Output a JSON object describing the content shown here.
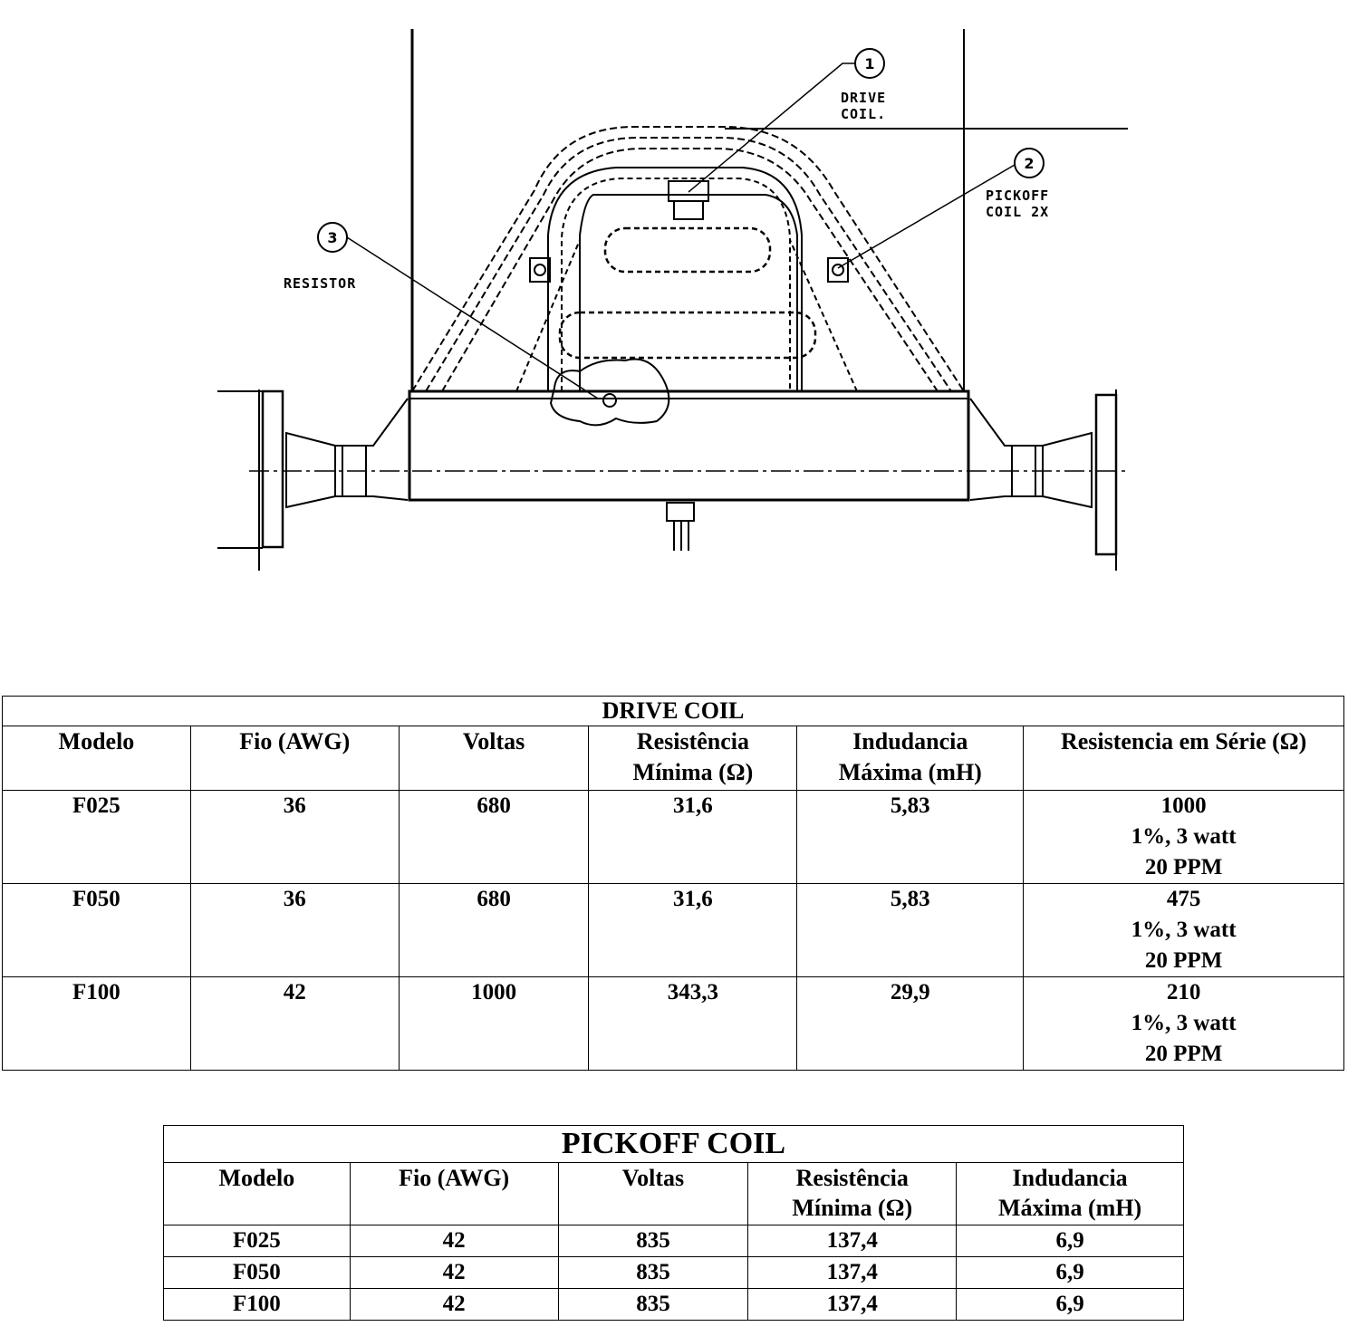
{
  "diagram": {
    "callouts": [
      {
        "number": "1",
        "label_lines": [
          "DRIVE",
          "COIL."
        ]
      },
      {
        "number": "2",
        "label_lines": [
          "PICKOFF",
          "COIL 2X"
        ]
      },
      {
        "number": "3",
        "label_lines": [
          "RESISTOR"
        ]
      }
    ]
  },
  "drive_table": {
    "title": "DRIVE COIL",
    "headers": [
      [
        "Modelo"
      ],
      [
        "Fio (AWG)"
      ],
      [
        "Voltas"
      ],
      [
        "Resistência",
        "Mínima (Ω)"
      ],
      [
        "Indudancia",
        "Máxima (mH)"
      ],
      [
        "Resistencia em Série (Ω)"
      ]
    ],
    "rows": [
      {
        "modelo": "F025",
        "fio": "36",
        "voltas": "680",
        "resistencia": "31,6",
        "indutancia": "5,83",
        "serie": [
          "1000",
          "1%, 3 watt",
          "20 PPM"
        ]
      },
      {
        "modelo": "F050",
        "fio": "36",
        "voltas": "680",
        "resistencia": "31,6",
        "indutancia": "5,83",
        "serie": [
          "475",
          "1%, 3 watt",
          "20 PPM"
        ]
      },
      {
        "modelo": "F100",
        "fio": "42",
        "voltas": "1000",
        "resistencia": "343,3",
        "indutancia": "29,9",
        "serie": [
          "210",
          "1%, 3 watt",
          "20 PPM"
        ]
      }
    ]
  },
  "pickoff_table": {
    "title": "PICKOFF COIL",
    "headers": [
      [
        "Modelo"
      ],
      [
        "Fio (AWG)"
      ],
      [
        "Voltas"
      ],
      [
        "Resistência",
        "Mínima (Ω)"
      ],
      [
        "Indudancia",
        "Máxima (mH)"
      ]
    ],
    "rows": [
      {
        "modelo": "F025",
        "fio": "42",
        "voltas": "835",
        "resistencia": "137,4",
        "indutancia": "6,9"
      },
      {
        "modelo": "F050",
        "fio": "42",
        "voltas": "835",
        "resistencia": "137,4",
        "indutancia": "6,9"
      },
      {
        "modelo": "F100",
        "fio": "42",
        "voltas": "835",
        "resistencia": "137,4",
        "indutancia": "6,9"
      }
    ]
  }
}
